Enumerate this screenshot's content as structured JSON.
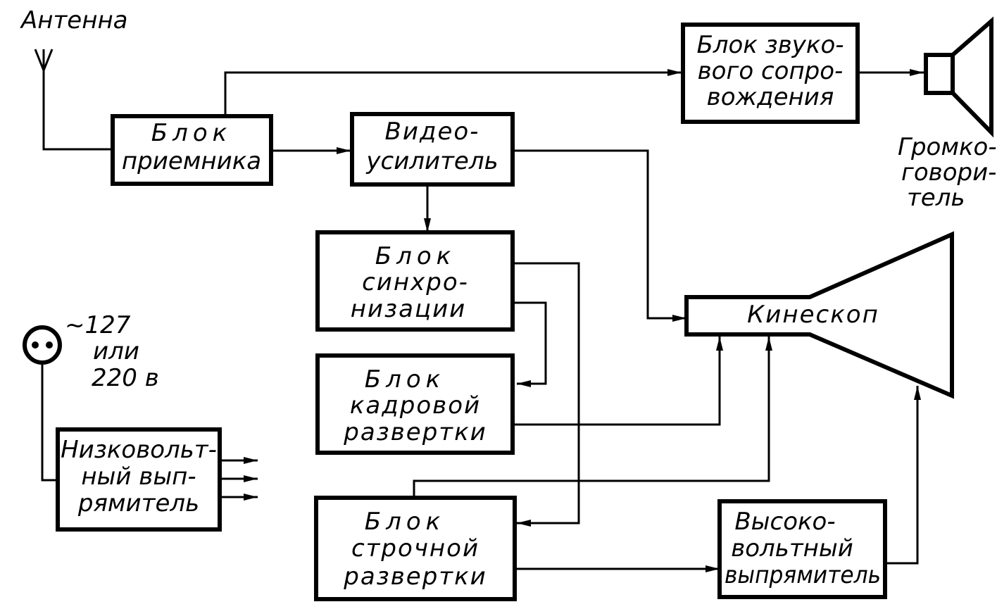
{
  "labels": {
    "antenna": "Антенна",
    "speaker": [
      "Громко-",
      "говори-",
      "тель"
    ],
    "mains": [
      "~127",
      "или",
      "220 в"
    ]
  },
  "blocks": {
    "receiver": [
      "Блок",
      "приемника"
    ],
    "video_amp": [
      "Видео-",
      "усилитель"
    ],
    "sound": [
      "Блок звуко-",
      "вого сопро-",
      "вождения"
    ],
    "sync": [
      "Блок",
      "синхро-",
      "низации"
    ],
    "frame_scan": [
      "Блок",
      "кадровой",
      "развертки"
    ],
    "line_scan": [
      "Блок",
      "строчной",
      "развертки"
    ],
    "low_voltage_rectifier": [
      "Низковольт-",
      "ный вып-",
      "рямитель"
    ],
    "high_voltage_rectifier": [
      "Высоко-",
      "вольтный",
      "выпрямитель"
    ],
    "kinescope": "Кинескоп"
  },
  "colors": {
    "ink": "#000000",
    "paper": "#ffffff"
  },
  "icons": [
    "antenna-icon",
    "loudspeaker-icon",
    "power-socket-icon"
  ]
}
